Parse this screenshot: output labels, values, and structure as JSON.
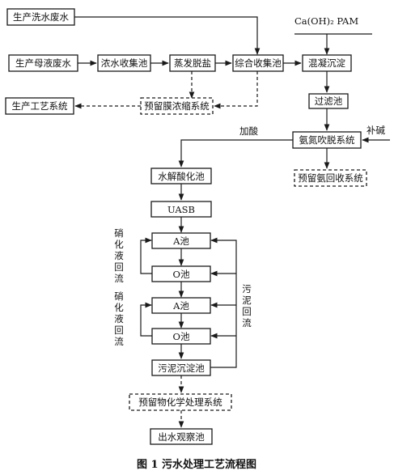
{
  "nodes": {
    "wash_water": "生产洗水废水",
    "mother_liquor": "生产母液废水",
    "conc_collect": "浓水收集池",
    "evap_desalt": "蒸发脱盐",
    "comp_collect": "综合收集池",
    "coag_sed": "混凝沉淀",
    "filter_pool": "过滤池",
    "reserve_membrane": "预留膜浓缩系统",
    "prod_process": "生产工艺系统",
    "ammonia_strip": "氨氮吹脱系统",
    "reserve_ammonia": "预留氨回收系统",
    "hydrolysis": "水解酸化池",
    "uasb": "UASB",
    "a_pool_1": "A池",
    "o_pool_1": "O池",
    "a_pool_2": "A池",
    "o_pool_2": "O池",
    "sludge_sed": "污泥沉淀池",
    "reserve_physchem": "预留物化学处理系统",
    "outlet": "出水观察池"
  },
  "labels": {
    "chemicals": "Ca(OH)₂  PAM",
    "add_acid": "加酸",
    "add_alkali": "补碱",
    "nitrate_reflux_1": "硝化液回流",
    "nitrate_reflux_2": "硝化液回流",
    "sludge_reflux": "污泥回流"
  },
  "caption": "图 1   污水处理工艺流程图"
}
